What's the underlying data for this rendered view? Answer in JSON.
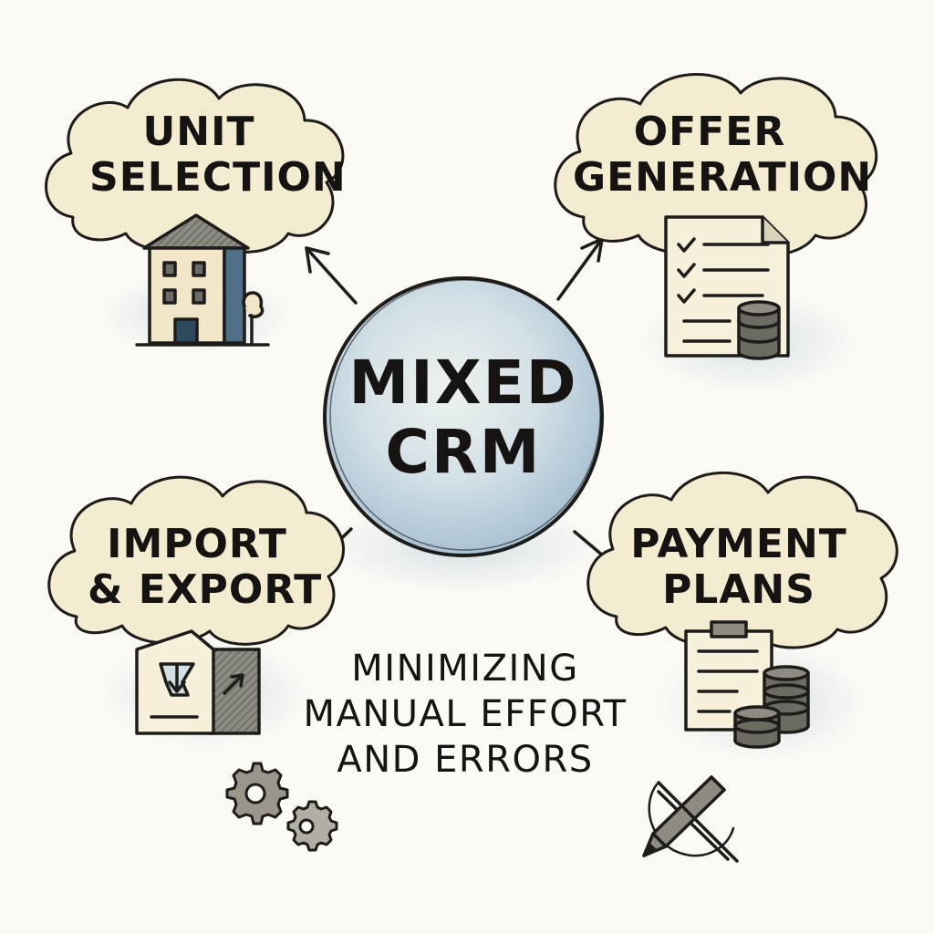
{
  "hub": {
    "line1": "MIXED",
    "line2": "CRM"
  },
  "nodes": {
    "unit_selection": {
      "line1": "UNIT",
      "line2": "SELECTION",
      "icon": "building-icon"
    },
    "offer_generation": {
      "line1": "OFFER",
      "line2": "GENERATION",
      "icon": "checklist-document-icon"
    },
    "import_export": {
      "line1": "IMPORT",
      "line2": "& EXPORT",
      "icon": "file-transfer-icon"
    },
    "payment_plans": {
      "line1": "PAYMENT",
      "line2": "PLANS",
      "icon": "clipboard-coins-icon"
    }
  },
  "tagline": {
    "line1": "MINIMIZING",
    "line2": "MANUAL EFFORT",
    "line3": "AND ERRORS"
  },
  "decorations": [
    "gears-icon",
    "crossed-pencil-icon"
  ],
  "colors": {
    "cloud_fill": "#f4ecd0",
    "hub_fill": "#cfdde6",
    "ink": "#161412",
    "wash": "#b9cddb"
  }
}
